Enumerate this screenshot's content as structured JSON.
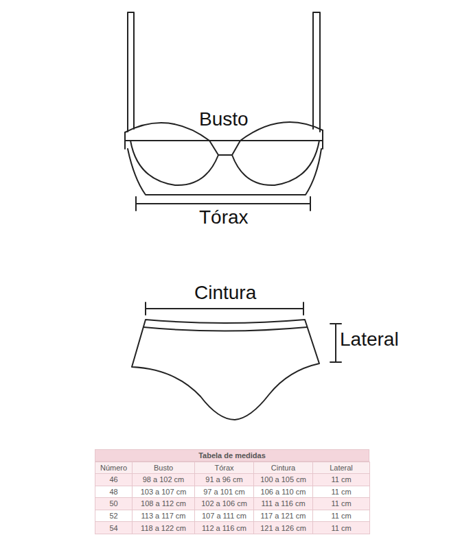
{
  "diagram": {
    "labels": [
      "Busto",
      "Tórax",
      "Cintura",
      "Lateral",
      "Tabela de medidas",
      "Número",
      "Busto",
      "Tórax",
      "Cintura",
      "Lateral",
      "46",
      "98 a 102 cm",
      "91 a 96 cm",
      "100 a 105 cm",
      "11 cm",
      "48",
      "103 a 107 cm",
      "97 a 101 cm",
      "106 a 110 cm",
      "11 cm",
      "50",
      "108 a 112 cm",
      "102 a 106 cm",
      "111 a 116 cm",
      "11 cm",
      "52",
      "113 a 117 cm",
      "107 a 111 cm",
      "117 a 121 cm",
      "11 cm",
      "54",
      "118 a 122 cm",
      "112 a 116 cm",
      "121 a 126 cm",
      "11 cm"
    ]
  }
}
